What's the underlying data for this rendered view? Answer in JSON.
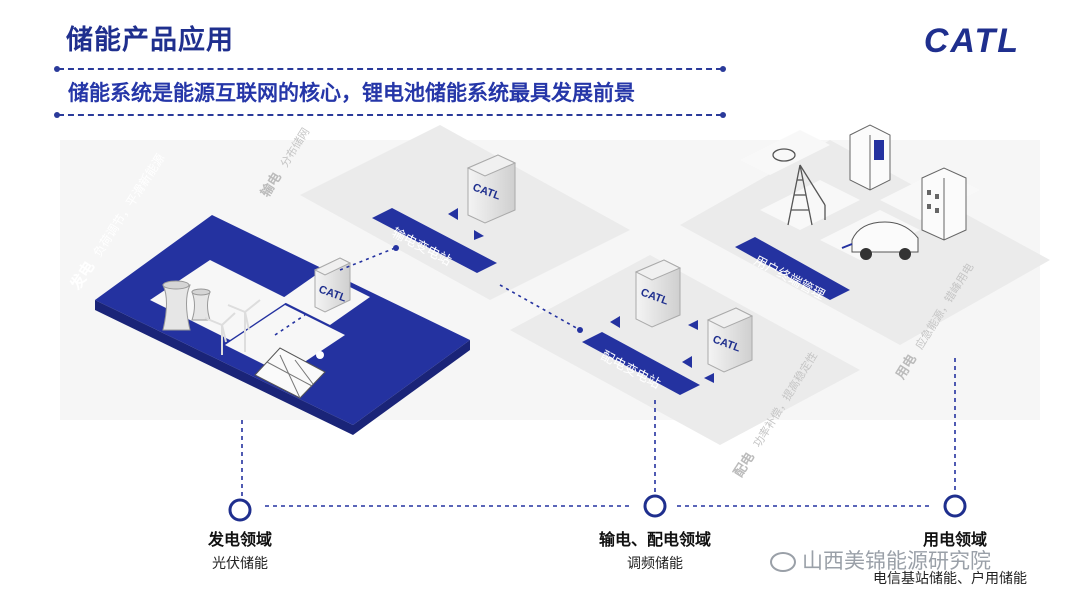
{
  "header": {
    "title": "储能产品应用",
    "logo_text": "CATL",
    "banner": "储能系统是能源互联网的核心，锂电池储能系统最具发展前景"
  },
  "zones": {
    "generation": {
      "title": "发电",
      "subtitle": "负荷调节，平滑新能源"
    },
    "transmission": {
      "title": "输电",
      "subtitle": "分布储网"
    },
    "distribution": {
      "title": "配电",
      "subtitle": "功率补偿，提高稳定性"
    },
    "consumption": {
      "title": "用电",
      "subtitle": "应急能源，错峰用电"
    }
  },
  "stations": {
    "transmission_station": "输电变电站",
    "distribution_station": "配电变电站",
    "user_terminal": "用户终端管理"
  },
  "box_label": "CATL",
  "timeline": [
    {
      "title": "发电领域",
      "desc": "光伏储能"
    },
    {
      "title": "输电、配电领域",
      "desc": "调频储能"
    },
    {
      "title": "用电领域",
      "desc": "电信基站储能、户用储能"
    }
  ],
  "watermark": "山西美锦能源研究院",
  "colors": {
    "brand": "#1f2f8e",
    "accent": "#2536a8",
    "platform": "#ececec"
  }
}
